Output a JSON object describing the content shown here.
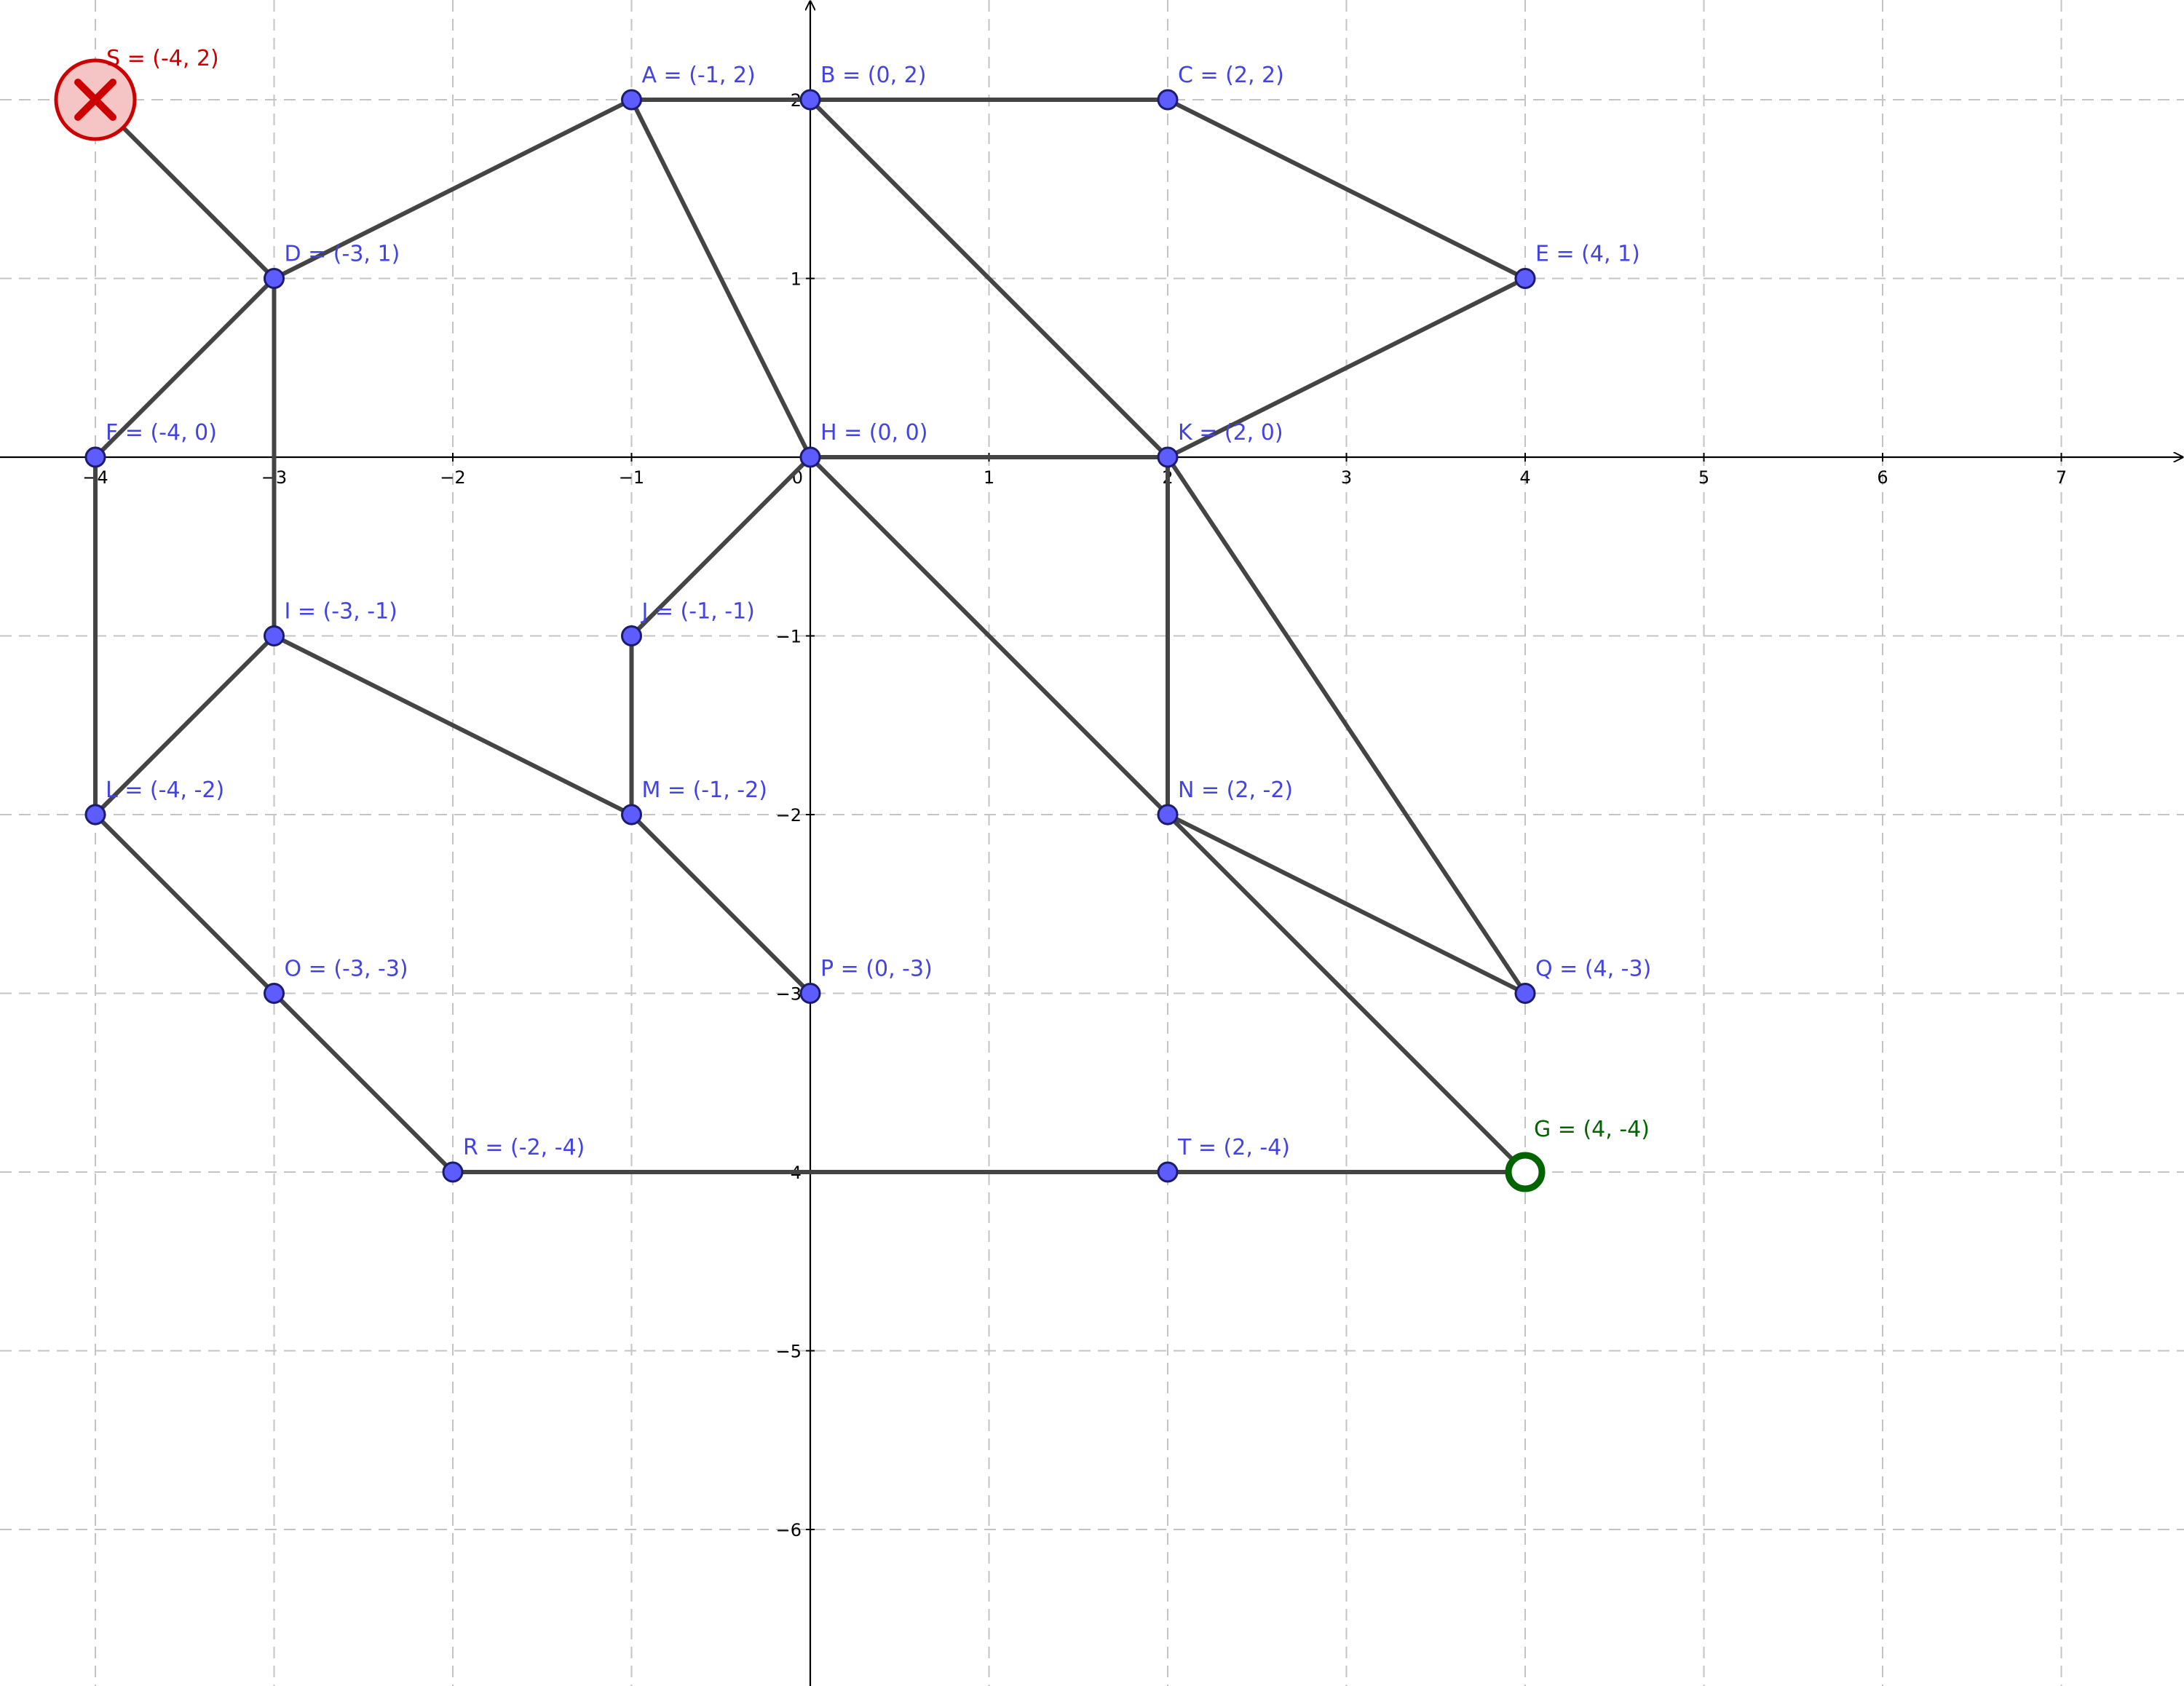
{
  "axes": {
    "x_ticks": [
      "-4",
      "-3",
      "-2",
      "-1",
      "0",
      "1",
      "2",
      "3",
      "4",
      "5",
      "6",
      "7"
    ],
    "y_ticks": [
      "2",
      "1",
      "-1",
      "-2",
      "-3",
      "-4",
      "-5",
      "-6"
    ],
    "xlim": [
      -4.53,
      7.65
    ],
    "ylim": [
      -6.88,
      2.55
    ],
    "grid": true
  },
  "vertices": [
    {
      "id": "S",
      "x": -4,
      "y": 2,
      "label": "S = (-4, 2)",
      "role": "start"
    },
    {
      "id": "A",
      "x": -1,
      "y": 2,
      "label": "A = (-1, 2)"
    },
    {
      "id": "B",
      "x": 0,
      "y": 2,
      "label": "B = (0, 2)"
    },
    {
      "id": "C",
      "x": 2,
      "y": 2,
      "label": "C = (2, 2)"
    },
    {
      "id": "D",
      "x": -3,
      "y": 1,
      "label": "D = (-3, 1)"
    },
    {
      "id": "E",
      "x": 4,
      "y": 1,
      "label": "E = (4, 1)"
    },
    {
      "id": "F",
      "x": -4,
      "y": 0,
      "label": "F = (-4, 0)"
    },
    {
      "id": "H",
      "x": 0,
      "y": 0,
      "label": "H = (0, 0)"
    },
    {
      "id": "K",
      "x": 2,
      "y": 0,
      "label": "K = (2, 0)"
    },
    {
      "id": "I",
      "x": -3,
      "y": -1,
      "label": "I = (-3, -1)"
    },
    {
      "id": "J",
      "x": -1,
      "y": -1,
      "label": "J = (-1, -1)"
    },
    {
      "id": "L",
      "x": -4,
      "y": -2,
      "label": "L = (-4, -2)"
    },
    {
      "id": "M",
      "x": -1,
      "y": -2,
      "label": "M = (-1, -2)"
    },
    {
      "id": "N",
      "x": 2,
      "y": -2,
      "label": "N = (2, -2)"
    },
    {
      "id": "O",
      "x": -3,
      "y": -3,
      "label": "O = (-3, -3)"
    },
    {
      "id": "P",
      "x": 0,
      "y": -3,
      "label": "P = (0, -3)"
    },
    {
      "id": "Q",
      "x": 4,
      "y": -3,
      "label": "Q = (4, -3)"
    },
    {
      "id": "R",
      "x": -2,
      "y": -4,
      "label": "R = (-2, -4)"
    },
    {
      "id": "T",
      "x": 2,
      "y": -4,
      "label": "T = (2, -4)"
    },
    {
      "id": "G",
      "x": 4,
      "y": -4,
      "label": "G = (4, -4)",
      "role": "goal"
    }
  ],
  "edges": [
    [
      "S",
      "D"
    ],
    [
      "D",
      "A"
    ],
    [
      "A",
      "B"
    ],
    [
      "B",
      "C"
    ],
    [
      "C",
      "E"
    ],
    [
      "E",
      "K"
    ],
    [
      "A",
      "H"
    ],
    [
      "B",
      "K"
    ],
    [
      "D",
      "F"
    ],
    [
      "D",
      "I"
    ],
    [
      "F",
      "L"
    ],
    [
      "H",
      "K"
    ],
    [
      "H",
      "J"
    ],
    [
      "H",
      "N"
    ],
    [
      "K",
      "N"
    ],
    [
      "K",
      "Q"
    ],
    [
      "I",
      "L"
    ],
    [
      "I",
      "M"
    ],
    [
      "J",
      "M"
    ],
    [
      "M",
      "P"
    ],
    [
      "L",
      "O"
    ],
    [
      "O",
      "R"
    ],
    [
      "R",
      "T"
    ],
    [
      "T",
      "G"
    ],
    [
      "N",
      "Q"
    ],
    [
      "N",
      "G"
    ]
  ],
  "colors": {
    "vertex_fill": "#5c5cff",
    "vertex_stroke": "#1c1c6e",
    "vertex_label": "#4343e0",
    "edge": "#444444",
    "start": "#cc0000",
    "start_fill": "#f5c4c4",
    "goal": "#006400",
    "grid": "#c4c4c4"
  },
  "markers": {
    "start_icon": "cross-circle-icon",
    "goal_icon": "ring-icon"
  }
}
